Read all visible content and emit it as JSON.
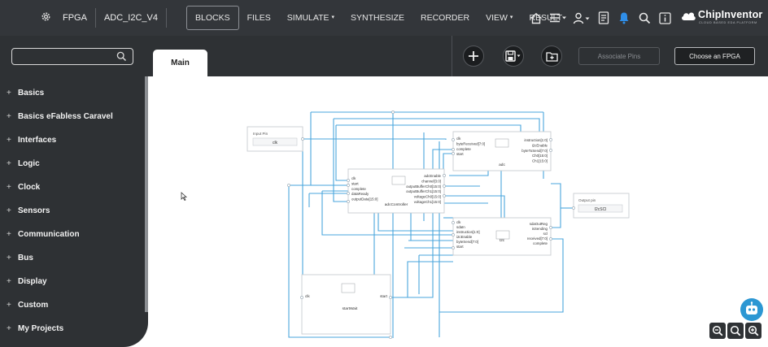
{
  "topbar": {
    "gear_icon": "gear-icon",
    "mode": "FPGA",
    "project": "ADC_I2C_V4",
    "menu": [
      {
        "label": "BLOCKS",
        "active": true,
        "dropdown": false
      },
      {
        "label": "FILES",
        "active": false,
        "dropdown": false
      },
      {
        "label": "SIMULATE",
        "active": false,
        "dropdown": true
      },
      {
        "label": "SYNTHESIZE",
        "active": false,
        "dropdown": false
      },
      {
        "label": "RECORDER",
        "active": false,
        "dropdown": false
      },
      {
        "label": "VIEW",
        "active": false,
        "dropdown": true
      },
      {
        "label": "RESULT",
        "active": false,
        "dropdown": false
      }
    ],
    "icons": [
      "home-icon",
      "list-menu-icon",
      "user-icon",
      "document-icon",
      "bell-icon",
      "search-icon",
      "info-icon"
    ],
    "brand": {
      "name": "ChipInventor",
      "tagline": "CLOUD BASED EDA PLATFORM"
    }
  },
  "sidebar": {
    "search": {
      "value": "",
      "placeholder": ""
    },
    "categories": [
      "Basics",
      "Basics eFabless Caravel",
      "Interfaces",
      "Logic",
      "Clock",
      "Sensors",
      "Communication",
      "Bus",
      "Display",
      "Custom",
      "My Projects"
    ]
  },
  "toolbar": {
    "tab": "Main",
    "icons": [
      "add-icon",
      "save-icon",
      "new-folder-icon"
    ],
    "associate_pins": "Associate Pins",
    "choose_fpga": "Choose an FPGA"
  },
  "diagram": {
    "input_pin": {
      "title": "Input Pin",
      "value": "clk"
    },
    "output_pin": {
      "title": "Output pin",
      "value": "I2cSCl"
    },
    "adc_controller": {
      "name": "adcController",
      "inputs": [
        "clk",
        "start",
        "complete",
        "dataReady",
        "outputData[15:0]"
      ],
      "outputs": [
        "adcEnable",
        "channel[3:0]",
        "outputBufferCh0[15:0]",
        "outputBufferCh1[15:0]",
        "voltageCh0[15:0]",
        "voltageCh1[15:0]"
      ]
    },
    "adc": {
      "name": "adc",
      "inputs": [
        "clk",
        "byteReceived[7:0]",
        "complete",
        "start"
      ],
      "outputs": [
        "instruction[1:0]",
        "i2cEnable",
        "byteToSend[7:0]",
        "Ch0[15:0]",
        "Ch1[15:0]"
      ]
    },
    "i2c": {
      "name": "I2c",
      "inputs": [
        "clk",
        "sdaIn",
        "instruction[1:0]",
        "i2cEnable",
        "byteSend[7:0]",
        "start"
      ],
      "outputs": [
        "sdaOutReg",
        "isSending",
        "scl",
        "received[7:0]",
        "complete"
      ]
    },
    "start_wait": {
      "name": "startWait",
      "input": "clk",
      "output": "start"
    }
  },
  "floating": {
    "assistant_icon": "robot-assistant-icon",
    "zoom_icons": [
      "zoom-out-icon",
      "zoom-reset-icon",
      "zoom-in-icon"
    ]
  },
  "colors": {
    "topbar": "#33363a",
    "sidebar": "#2e3134",
    "wire": "#4aa6dc",
    "accent": "#2f8ee8"
  }
}
